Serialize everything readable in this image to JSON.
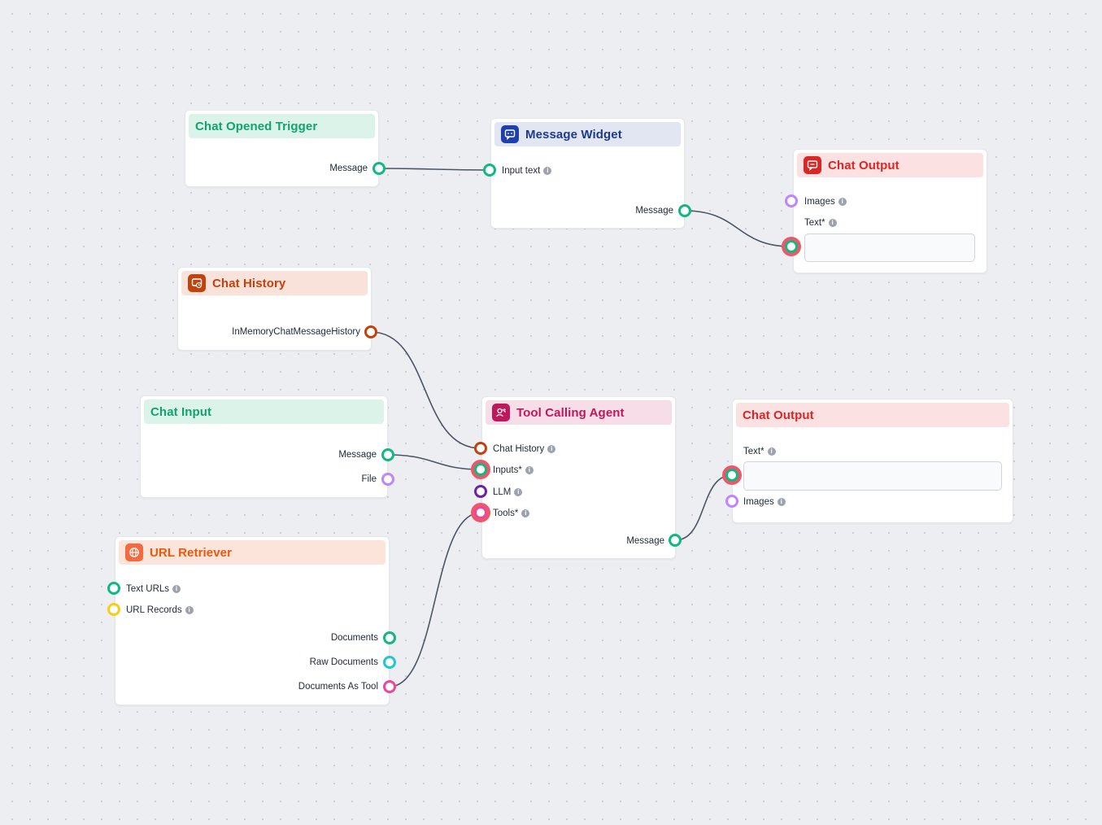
{
  "colors": {
    "green": "#10b981",
    "orange": "#c2410c",
    "purple": "#c084fc",
    "dark_purple": "#6b21a8",
    "pink": "#ec4899",
    "yellow": "#facc15",
    "cyan": "#22c5d6",
    "active_ring": "#f0566a",
    "wire": "#4b5563"
  },
  "nodes": {
    "chat_opened_trigger": {
      "title": "Chat Opened Trigger",
      "outputs": {
        "message": "Message"
      }
    },
    "message_widget": {
      "title": "Message Widget",
      "icon": "message-widget-icon",
      "inputs": {
        "input_text": "Input text"
      },
      "outputs": {
        "message": "Message"
      }
    },
    "chat_output_top": {
      "title": "Chat Output",
      "icon": "chat-output-icon",
      "inputs": {
        "images": "Images",
        "text": "Text*"
      },
      "text_value": ""
    },
    "chat_history": {
      "title": "Chat History",
      "icon": "chat-history-icon",
      "outputs": {
        "history": "InMemoryChatMessageHistory"
      }
    },
    "chat_input": {
      "title": "Chat Input",
      "outputs": {
        "message": "Message",
        "file": "File"
      }
    },
    "tool_calling_agent": {
      "title": "Tool Calling Agent",
      "icon": "agent-icon",
      "inputs": {
        "chat_history": "Chat History",
        "inputs": "Inputs*",
        "llm": "LLM",
        "tools": "Tools*"
      },
      "outputs": {
        "message": "Message"
      }
    },
    "chat_output_right": {
      "title": "Chat Output",
      "inputs": {
        "text": "Text*",
        "images": "Images"
      },
      "text_value": ""
    },
    "url_retriever": {
      "title": "URL Retriever",
      "icon": "url-retriever-icon",
      "inputs": {
        "text_urls": "Text URLs",
        "url_records": "URL Records"
      },
      "outputs": {
        "documents": "Documents",
        "raw_documents": "Raw Documents",
        "documents_as_tool": "Documents As Tool"
      }
    }
  },
  "info_glyph": "i"
}
